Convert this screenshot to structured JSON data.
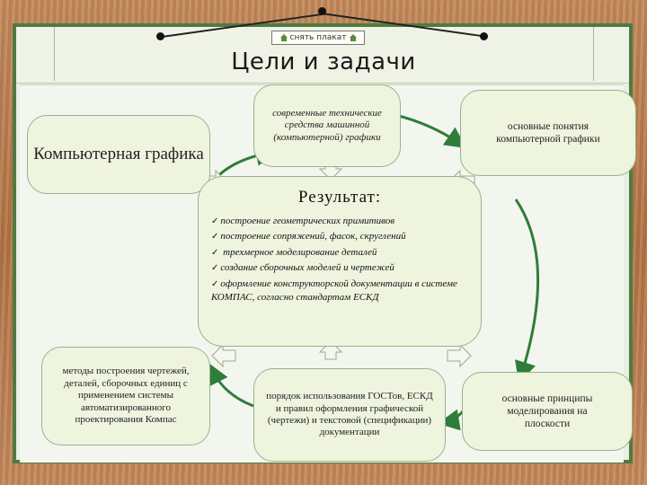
{
  "header": {
    "snap_button": "снять плакат",
    "title": "Цели и задачи"
  },
  "nodes": {
    "computer_graphics": "Компьютерная графика",
    "modern_means": "современные технические средства машинной (компьютерной) графики",
    "basic_concepts": "основные понятия компьютерной графики",
    "methods": "методы построения чертежей, деталей, сборочных единиц с применением системы автоматизированного проектирования Компас",
    "gost_order": "порядок использования ГОСТов, ЕСКД и правил оформления графической (чертежи) и текстовой (спецификации) документации",
    "plane_principles": "основные принципы моделирования на плоскости"
  },
  "result": {
    "heading": "Результат:",
    "items": [
      "построение геометрических примитивов",
      "построение сопряжений, фасок, скруглений",
      " трехмерное моделирование деталей",
      "создание сборочных моделей и чертежей",
      "оформление конструкторской документации в системе КОМПАС, согласно стандартам ЕСКД"
    ]
  },
  "colors": {
    "board_frame": "#4f7a43",
    "node_fill": "#eef4de",
    "arrow": "#2e7d3a"
  }
}
